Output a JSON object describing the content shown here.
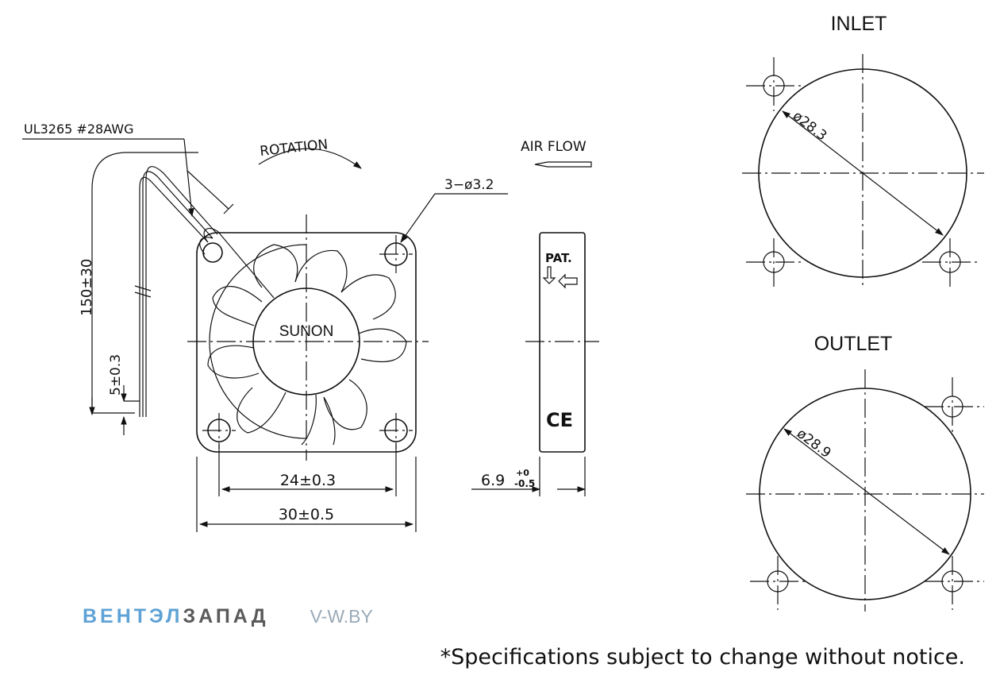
{
  "labels": {
    "wire": "UL3265  #28AWG",
    "rotation": "ROTATION",
    "airflow": "AIR FLOW",
    "holes": "3−ø3.2",
    "brand": "SUNON",
    "lead_length": "150±30",
    "strip_length": "5±0.3",
    "hole_pitch": "24±0.3",
    "frame_size": "30±0.5",
    "thickness": "6.9",
    "thickness_tol_upper": "+0",
    "thickness_tol_lower": "-0.5",
    "patent": "PAT.",
    "ce_mark": "CE",
    "inlet": "INLET",
    "inlet_dia": "ø28.3",
    "outlet": "OUTLET",
    "outlet_dia": "ø28.9"
  },
  "watermark": {
    "part1": "ВЕНТЭЛ",
    "part2": "ЗАПАД",
    "url": "V-W.BY"
  },
  "footer": {
    "notice": "*Specifications subject to change without notice."
  }
}
